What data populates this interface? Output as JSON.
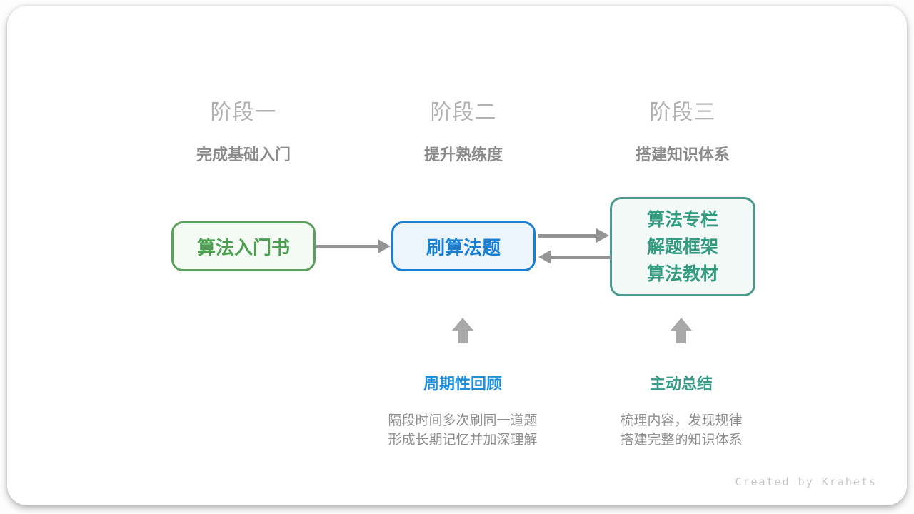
{
  "stages": [
    {
      "title": "阶段一",
      "subtitle": "完成基础入门"
    },
    {
      "title": "阶段二",
      "subtitle": "提升熟练度"
    },
    {
      "title": "阶段三",
      "subtitle": "搭建知识体系"
    }
  ],
  "nodes": [
    {
      "lines": [
        "算法入门书"
      ],
      "color": "#4ba050",
      "border": "#5ba05c",
      "background": "#f4faf4"
    },
    {
      "lines": [
        "刷算法题"
      ],
      "color": "#1a7fd0",
      "border": "#1a7fd0",
      "background": "#ecf4fc"
    },
    {
      "lines": [
        "算法专栏",
        "解题框架",
        "算法教材"
      ],
      "color": "#339b80",
      "border": "#4a9b8c",
      "background": "#f2f9f7"
    }
  ],
  "arrows": [
    {
      "name": "intro-book-to-practice",
      "direction": "right"
    },
    {
      "name": "practice-to-knowledge",
      "direction": "right"
    },
    {
      "name": "knowledge-to-practice",
      "direction": "left"
    },
    {
      "name": "periodic-review-up",
      "direction": "up"
    },
    {
      "name": "summary-up",
      "direction": "up"
    }
  ],
  "annotations": [
    {
      "label": "周期性回顾",
      "label_color": "#1f8fdc",
      "desc_lines": [
        "隔段时间多次刷同一道题",
        "形成长期记忆并加深理解"
      ]
    },
    {
      "label": "主动总结",
      "label_color": "#3a9a88",
      "desc_lines": [
        "梳理内容，发现规律",
        "搭建完整的知识体系"
      ]
    }
  ],
  "footer": {
    "credit": "Created by Krahets"
  },
  "colors": {
    "arrow_gray": "#949494",
    "up_arrow_gray": "#a8a8a8",
    "stage_title_gray": "#b2b2b2",
    "stage_subtitle_gray": "#8b8b8b",
    "desc_gray": "#8e8e8e",
    "credit_gray": "#c6c6c6"
  }
}
